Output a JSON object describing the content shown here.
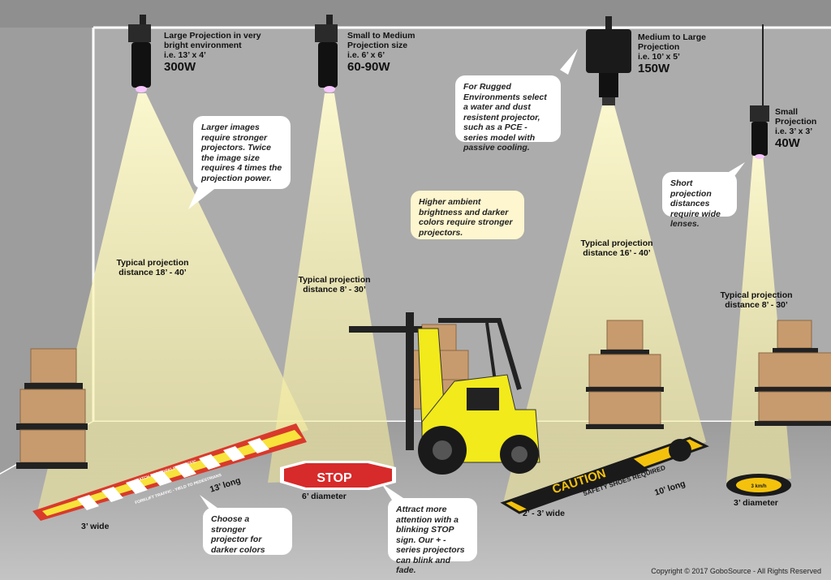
{
  "projectors": [
    {
      "title": "Large Projection in very bright environment",
      "size": "i.e. 13’ x 4’",
      "watts": "300W"
    },
    {
      "title": "Small to Medium Projection size",
      "size": "i.e. 6’ x 6’",
      "watts": "60-90W"
    },
    {
      "title": "Medium to Large Projection",
      "size": "i.e. 10’ x 5’",
      "watts": "150W"
    },
    {
      "title": "Small Projection",
      "size": "i.e. 3’ x 3’",
      "watts": "40W"
    }
  ],
  "distances": [
    {
      "line1": "Typical projection",
      "line2": "distance 18’ - 40’"
    },
    {
      "line1": "Typical projection",
      "line2": "distance 8’ - 30’"
    },
    {
      "line1": "Typical projection",
      "line2": "distance 16’ - 40’"
    },
    {
      "line1": "Typical projection",
      "line2": "distance 8’ - 30’"
    }
  ],
  "dimensions": {
    "crosswalk_long": "13’ long",
    "crosswalk_wide": "3’ wide",
    "stop_diameter": "6’ diameter",
    "caution_long": "10’ long",
    "caution_wide": "2’ - 3’ wide",
    "round_diameter": "3’ diameter"
  },
  "callouts": {
    "larger_images": "Larger images require stronger projectors. Twice the image size requires 4 times the projection power.",
    "rugged": "For Rugged Environments select a water and dust resistent projector, such as a PCE - series model with passive cooling.",
    "ambient": "Higher ambient  brightness and darker colors require stronger projectors.",
    "short_distance": "Short projection distances require wide lenses.",
    "darker_colors": "Choose a stronger projector for darker colors",
    "stop_blink": "Attract more attention with a blinking STOP sign. Our + - series projectors can blink and fade."
  },
  "signs": {
    "stop": "STOP",
    "caution": "CAUTION",
    "caution_sub": "SAFETY SHOES REQUIRED",
    "crosswalk_top": "WATCH FOR FORKLIFT TRAFFIC",
    "crosswalk_bottom": "FORKLIFT TRAFFIC - YIELD TO PEDESTRIANS",
    "round_symbol": "3 km/h"
  },
  "copyright": "Copyright  © 2017 GoboSource - All Rights Reserved",
  "colors": {
    "wall": "#a9a9a9",
    "floor": "#b5b5b5",
    "beam": "#fff7b0",
    "forklift": "#f2ea1a",
    "box": "#c89b6e",
    "stop": "#d72a2a",
    "caution": "#f4c20d",
    "crosswalk_border": "#d93a2b",
    "crosswalk_fill": "#f7e33c"
  }
}
